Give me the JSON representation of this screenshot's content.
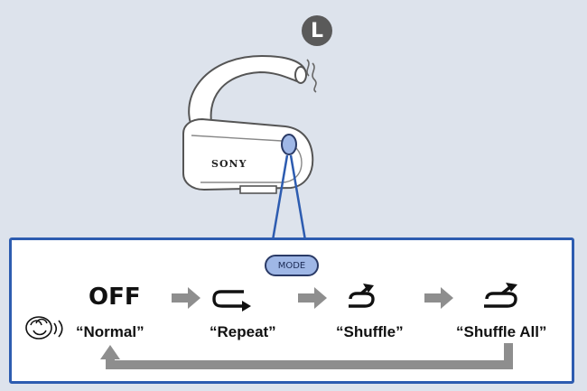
{
  "badge": "L",
  "brand": "SONY",
  "mode_button": "MODE",
  "off_label": "OFF",
  "steps": [
    {
      "label": "“Normal”",
      "icon": "voice-speaking-icon"
    },
    {
      "label": "“Repeat”",
      "icon": "repeat-icon"
    },
    {
      "label": "“Shuffle”",
      "icon": "shuffle-icon"
    },
    {
      "label": "“Shuffle All”",
      "icon": "shuffle-all-icon"
    }
  ],
  "colors": {
    "background": "#dde3ec",
    "panel_border": "#2d5cb0",
    "mode_button_fill": "#9fb7e6",
    "arrow_gray": "#8e8e8e"
  }
}
